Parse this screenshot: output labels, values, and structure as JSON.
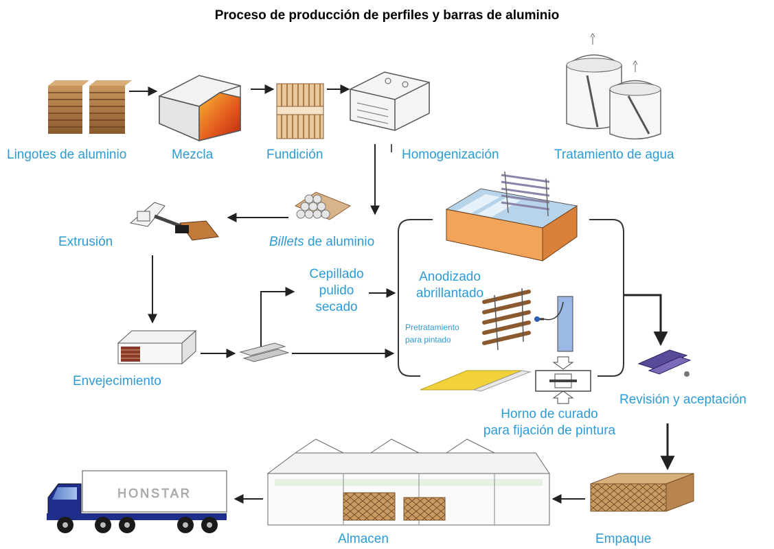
{
  "title": "Proceso de producción de perfiles y barras de aluminio",
  "colors": {
    "label": "#2b9bd6",
    "arrow": "#222222",
    "flow_line": "#333333"
  },
  "nodes": {
    "lingotes": "Lingotes de aluminio",
    "mezcla": "Mezcla",
    "fundicion": "Fundición",
    "homogenizacion": "Homogenización",
    "tratamiento": "Tratamiento de agua",
    "extrusion": "Extrusión",
    "billets_em": "Billets",
    "billets_rest": " de aluminio",
    "envejecimiento": "Envejecimiento",
    "cepillado": [
      "Cepillado",
      "pulido",
      "secado"
    ],
    "anodizado": [
      "Anodizado",
      "abrillantado"
    ],
    "pretratamiento": [
      "Pretratamiento",
      "para pintado"
    ],
    "horno": [
      "Horno de curado",
      "para fijación de pintura"
    ],
    "revision": "Revisión y aceptación",
    "almacen": "Almacen",
    "empaque": "Empaque",
    "truck_brand": "HONSTAR"
  }
}
